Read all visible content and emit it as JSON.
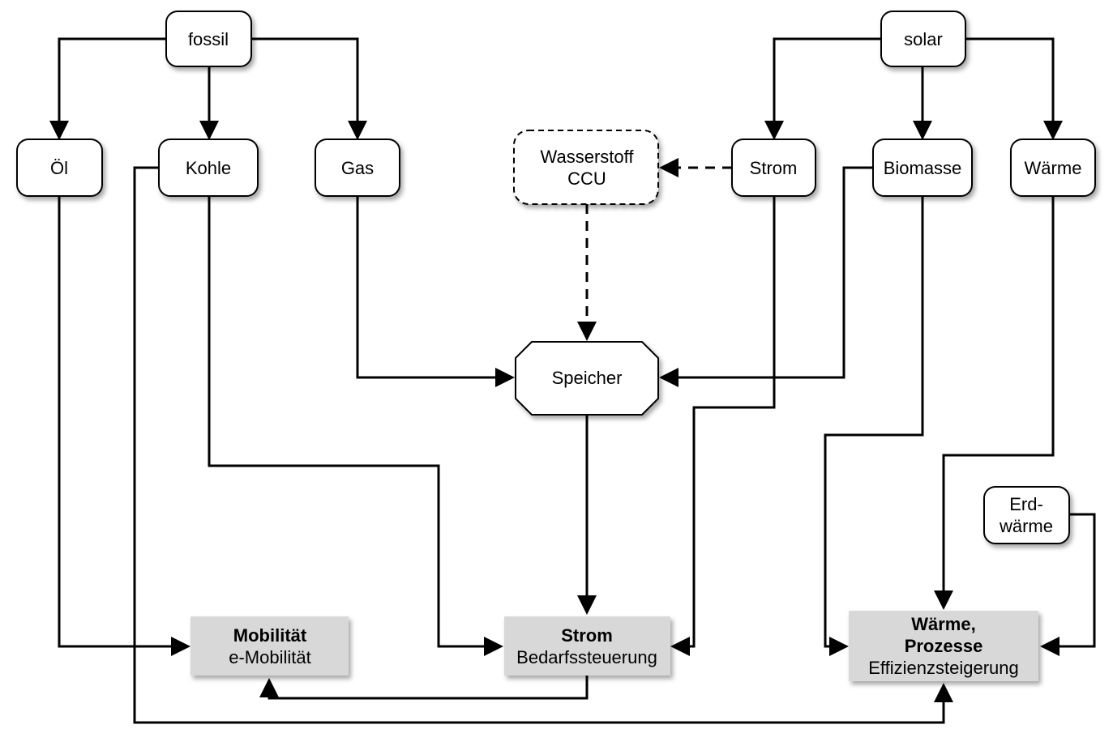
{
  "nodes": {
    "fossil": "fossil",
    "solar": "solar",
    "oel": "Öl",
    "kohle": "Kohle",
    "gas": "Gas",
    "wasserstoff_1": "Wasserstoff",
    "wasserstoff_2": "CCU",
    "strom_source": "Strom",
    "biomasse": "Biomasse",
    "waerme_source": "Wärme",
    "speicher": "Speicher",
    "erdwaerme_1": "Erd-",
    "erdwaerme_2": "wärme"
  },
  "targets": {
    "mobilitaet_title": "Mobilität",
    "mobilitaet_sub": "e-Mobilität",
    "strom_title": "Strom",
    "strom_sub": "Bedarfssteuerung",
    "waerme_title_1": "Wärme,",
    "waerme_title_2": "Prozesse",
    "waerme_sub": "Effizienzsteigerung"
  }
}
